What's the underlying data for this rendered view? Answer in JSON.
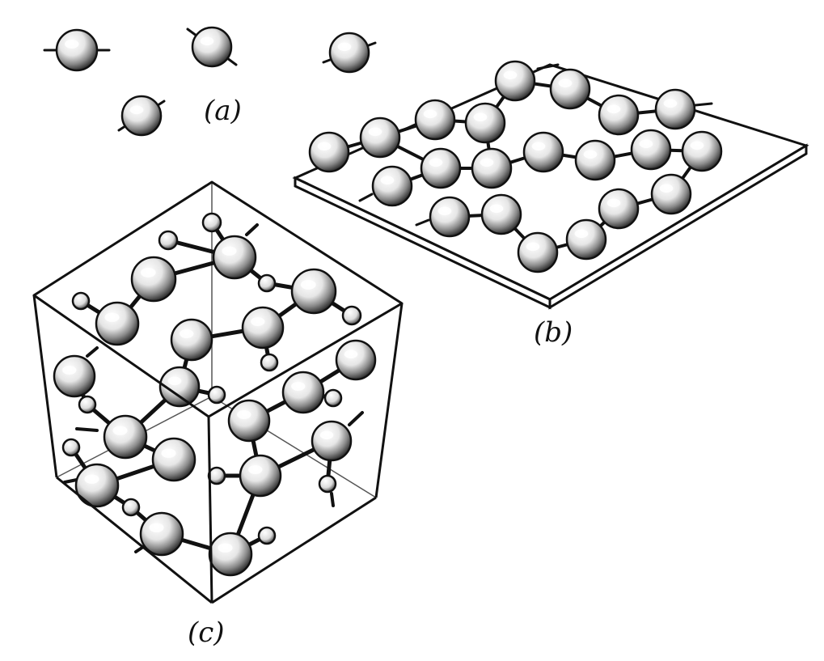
{
  "figure": {
    "panels": [
      {
        "id": "a",
        "label": "(a)"
      },
      {
        "id": "b",
        "label": "(b)"
      },
      {
        "id": "c",
        "label": "(c)"
      }
    ]
  },
  "colors": {
    "ink": "#111111",
    "atom_fill": "#f4f4f4",
    "atom_shade": "#2a2a2a",
    "background": "#ffffff"
  }
}
